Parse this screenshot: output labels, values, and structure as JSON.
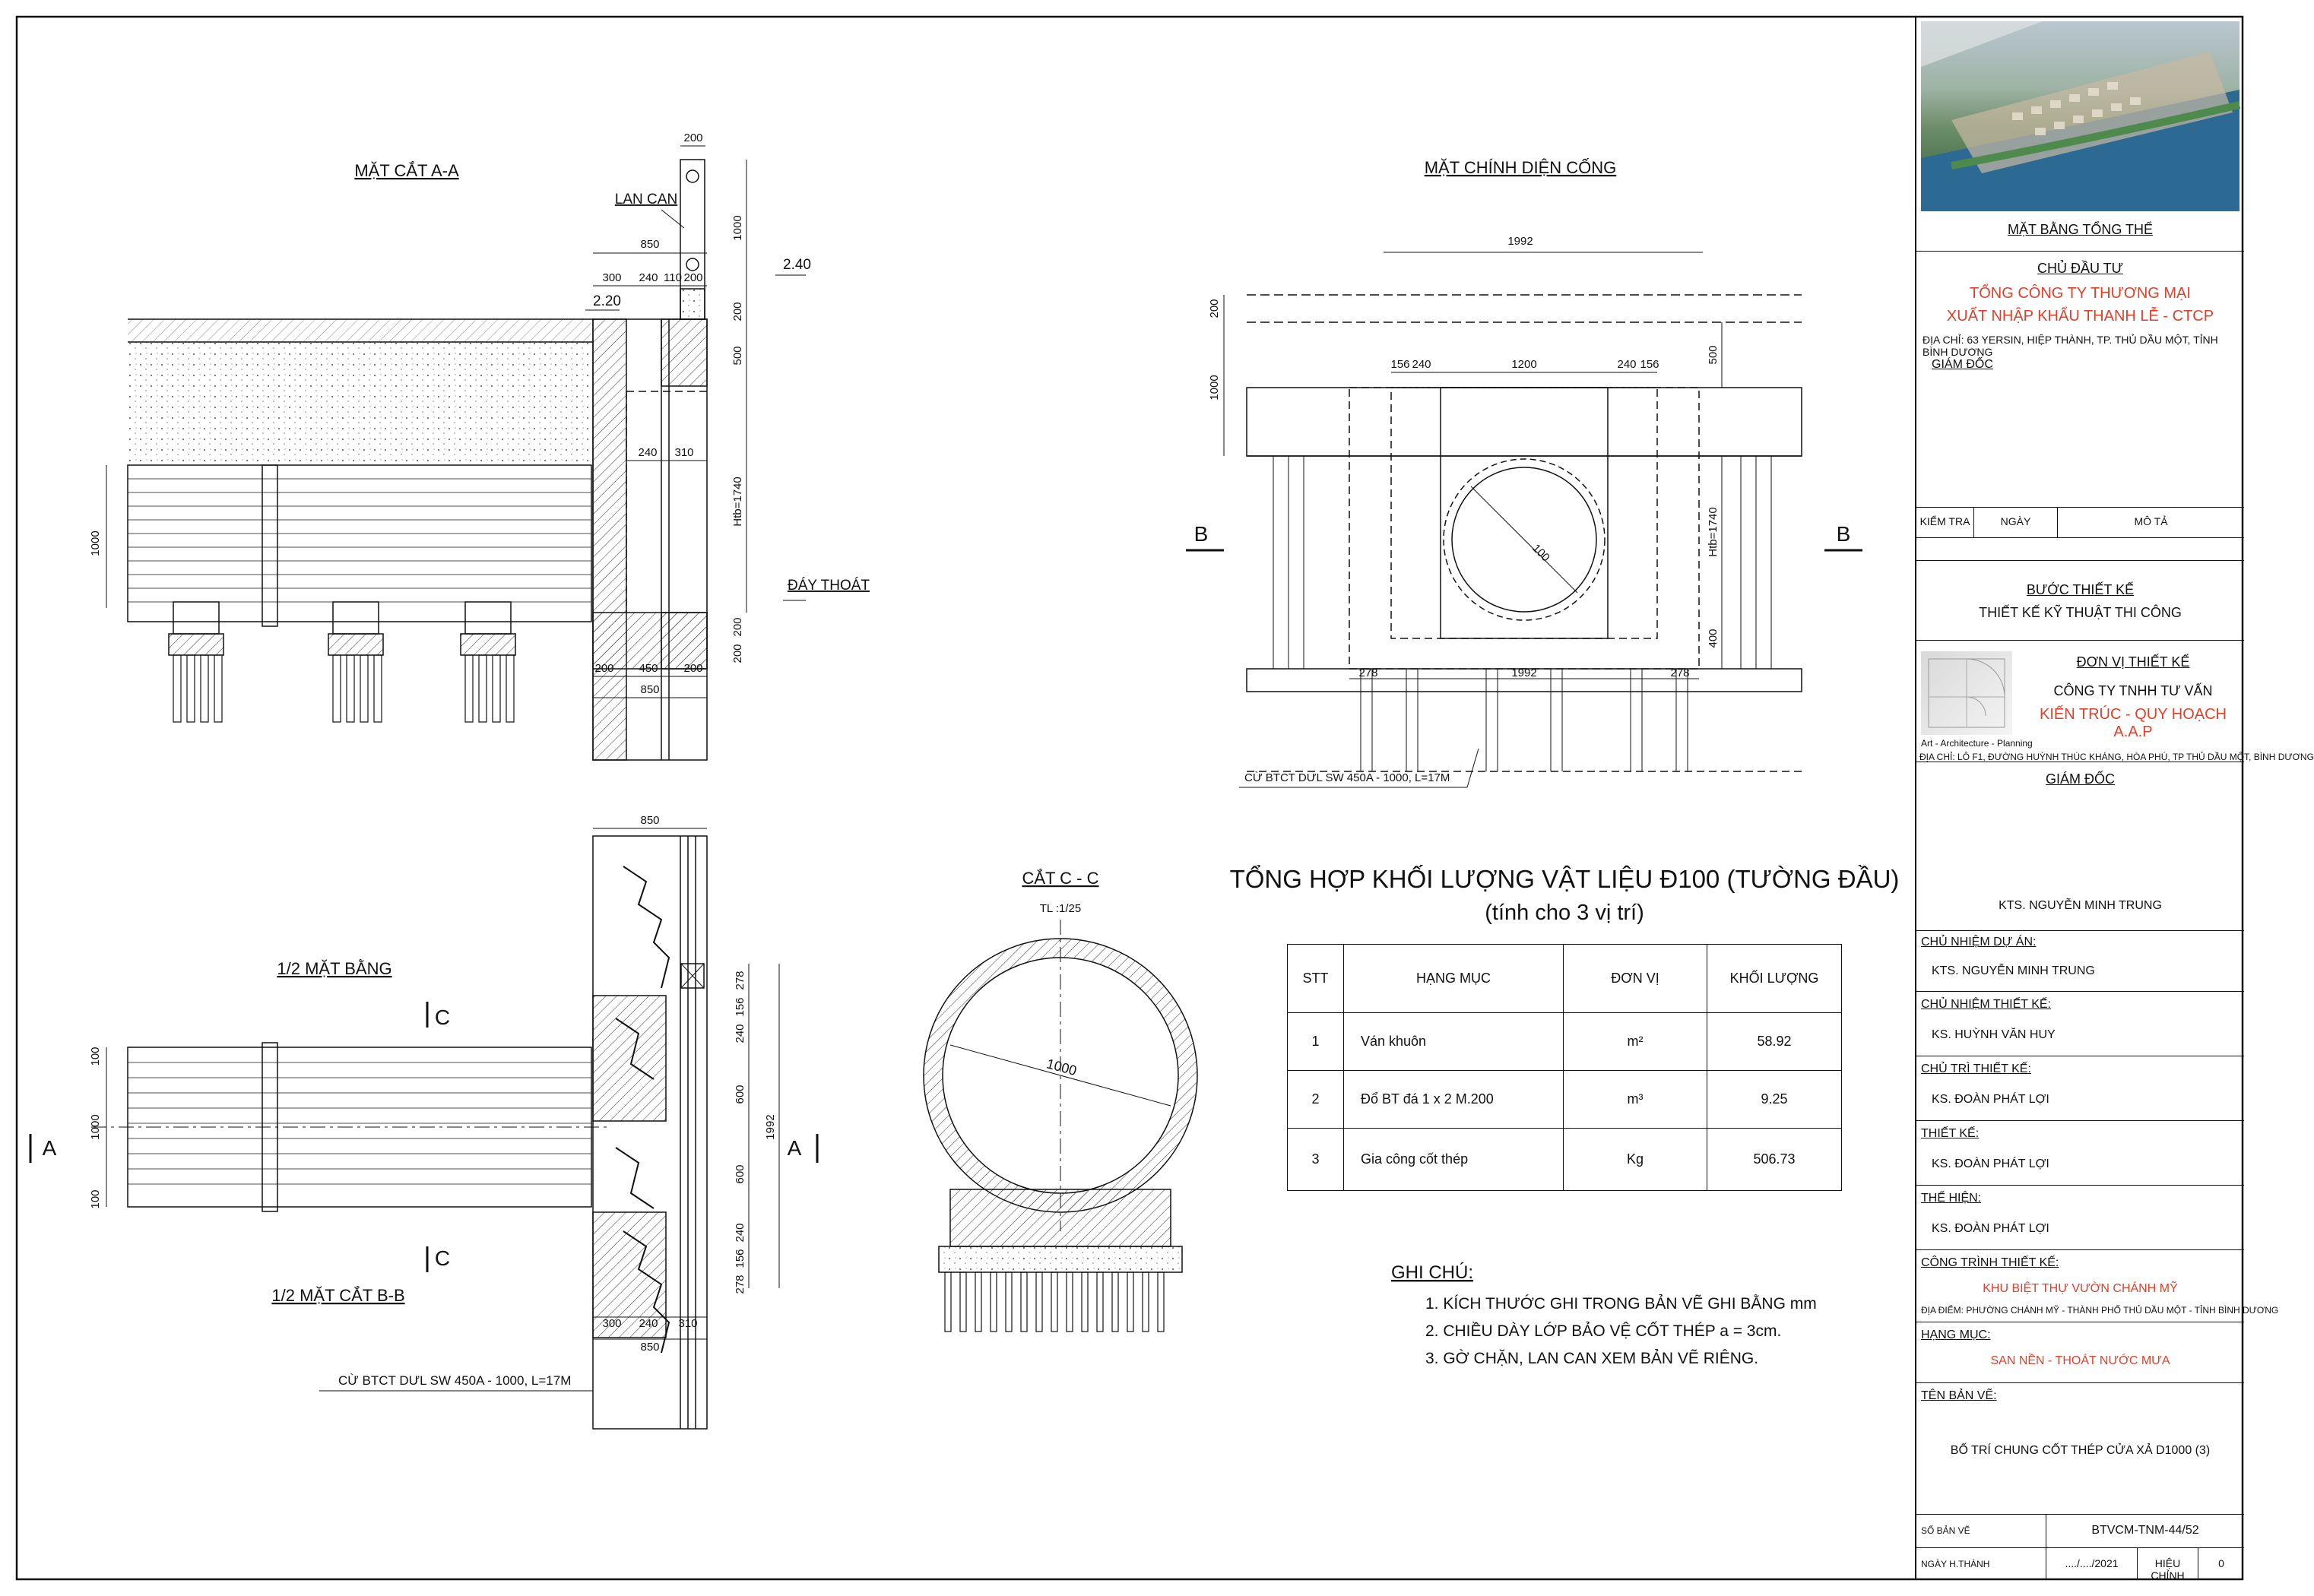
{
  "views": {
    "section_aa": "MẶT CẮT A-A",
    "lan_can": "LAN CAN",
    "day_thoat": "ĐÁY THOÁT",
    "front_view": "MẶT CHÍNH DIỆN CỐNG",
    "half_plan": "1/2 MẶT BẰNG",
    "half_section_bb": "1/2 MẶT CẮT B-B",
    "section_cc": "CẮT C - C",
    "section_cc_scale": "TL :1/25",
    "pile_label": "CỪ BTCT DƯL SW 450A - 1000, L=17M",
    "marker_a": "A",
    "marker_b": "B",
    "marker_c": "C"
  },
  "dims": {
    "d200": "200",
    "d1000": "1000",
    "d850": "850",
    "d300": "300",
    "d240": "240",
    "d110": "110",
    "d500": "500",
    "d310": "310",
    "d450": "450",
    "d1740": "Htb=1740",
    "d1992": "1992",
    "d156": "156",
    "d1200": "1200",
    "d100": "100",
    "d400": "400",
    "d278": "278",
    "d600": "600",
    "elev_240": "2.40",
    "elev_220": "2.20"
  },
  "volume_table": {
    "title": "TỔNG HỢP KHỐI LƯỢNG VẬT LIỆU Ð100 (TƯỜNG ĐẦU)",
    "subtitle": "(tính cho 3 vị trí)",
    "headers": [
      "STT",
      "HẠNG MỤC",
      "ĐƠN VỊ",
      "KHỐI LƯỢNG"
    ],
    "rows": [
      {
        "stt": "1",
        "item": "Ván khuôn",
        "unit": "m²",
        "qty": "58.92"
      },
      {
        "stt": "2",
        "item": "Đổ BT đá 1 x 2 M.200",
        "unit": "m³",
        "qty": "9.25"
      },
      {
        "stt": "3",
        "item": "Gia công cốt thép",
        "unit": "Kg",
        "qty": "506.73"
      }
    ]
  },
  "notes": {
    "title": "GHI CHÚ:",
    "items": [
      "1. KÍCH THƯỚC GHI TRONG BẢN VẼ GHI BẰNG mm",
      "2. CHIỀU DÀY LỚP BẢO VỆ CỐT THÉP a = 3cm.",
      "3. GỜ CHẶN, LAN CAN XEM BẢN VẼ RIÊNG."
    ]
  },
  "title_block": {
    "photo_caption": "MẶT BẰNG TỔNG THỂ",
    "owner_label": "CHỦ ĐẦU TƯ",
    "owner_name_1": "TỔNG CÔNG TY THƯƠNG MẠI",
    "owner_name_2": "XUẤT NHẬP KHẨU THANH LỄ - CTCP",
    "owner_address": "ĐỊA CHỈ: 63 YERSIN, HIỆP THÀNH, TP. THỦ DẦU MỘT, TỈNH BÌNH DƯƠNG",
    "director": "GIÁM ĐỐC",
    "rev_headers": [
      "KIỂM TRA",
      "NGÀY",
      "MÔ TẢ"
    ],
    "stage_label": "BƯỚC THIẾT KẾ",
    "stage_value": "THIẾT KẾ KỸ THUẬT THI CÔNG",
    "designer_label": "ĐƠN VỊ THIẾT KẾ",
    "designer_1": "CÔNG TY TNHH TƯ VẤN",
    "designer_2": "KIẾN TRÚC - QUY HOẠCH A.A.P",
    "logo_text": "Art - Architecture - Planning",
    "designer_address": "ĐỊA CHỈ: LÔ F1, ĐƯỜNG HUỲNH THÚC KHÁNG, HÒA PHÚ, TP THỦ DẦU MỘT, BÌNH DƯƠNG",
    "director_2": "GIÁM ĐỐC",
    "director_2_name": "KTS. NGUYỄN MINH TRUNG",
    "pm_label": "CHỦ NHIỆM DỰ ÁN:",
    "pm_name": "KTS. NGUYỄN MINH TRUNG",
    "design_lead_label": "CHỦ NHIỆM THIẾT KẾ:",
    "design_lead_name": "KS. HUỲNH VĂN HUY",
    "design_chair_label": "CHỦ TRÌ THIẾT KẾ:",
    "design_chair_name": "KS. ĐOÀN PHÁT LỢI",
    "designer_p_label": "THIẾT KẾ:",
    "designer_p_name": "KS. ĐOÀN PHÁT LỢI",
    "drafter_label": "THỂ HIỆN:",
    "drafter_name": "KS. ĐOÀN PHÁT LỢI",
    "project_label": "CÔNG TRÌNH THIẾT KẾ:",
    "project_name": "KHU BIỆT THỰ VƯỜN CHÁNH MỸ",
    "project_location": "ĐỊA ĐIỂM: PHƯỜNG CHÁNH MỸ - THÀNH PHỐ THỦ DẦU MỘT - TỈNH BÌNH DƯƠNG",
    "category_label": "HẠNG MỤC:",
    "category_name": "SAN NỀN - THOÁT NƯỚC MƯA",
    "drawing_title_label": "TÊN BẢN VẼ:",
    "drawing_title": "BỐ TRÍ CHUNG CỐT THÉP CỬA XẢ D1000 (3)",
    "sheet_no_label": "SỐ BẢN VẼ",
    "sheet_no": "BTVCM-TNM-44/52",
    "date_label": "NGÀY H.THÀNH",
    "date_value": "..../..../2021",
    "revision_label": "HIỆU CHỈNH",
    "revision_value": "0"
  }
}
